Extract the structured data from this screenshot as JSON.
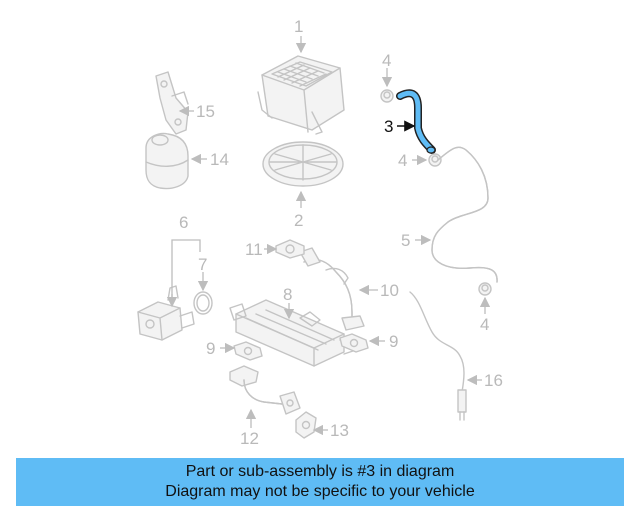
{
  "callouts": {
    "c1": "1",
    "c2": "2",
    "c3": "3",
    "c4a": "4",
    "c4b": "4",
    "c4c": "4",
    "c5": "5",
    "c6": "6",
    "c7": "7",
    "c8": "8",
    "c9a": "9",
    "c9b": "9",
    "c10": "10",
    "c11": "11",
    "c12": "12",
    "c13": "13",
    "c14": "14",
    "c15": "15",
    "c16": "16"
  },
  "highlight": {
    "part_number": "3",
    "color": "#5fbcf5"
  },
  "banner": {
    "line1": "Part or sub-assembly is #3 in diagram",
    "line2": "Diagram may not be specific to your vehicle",
    "background": "#5fbcf5"
  }
}
